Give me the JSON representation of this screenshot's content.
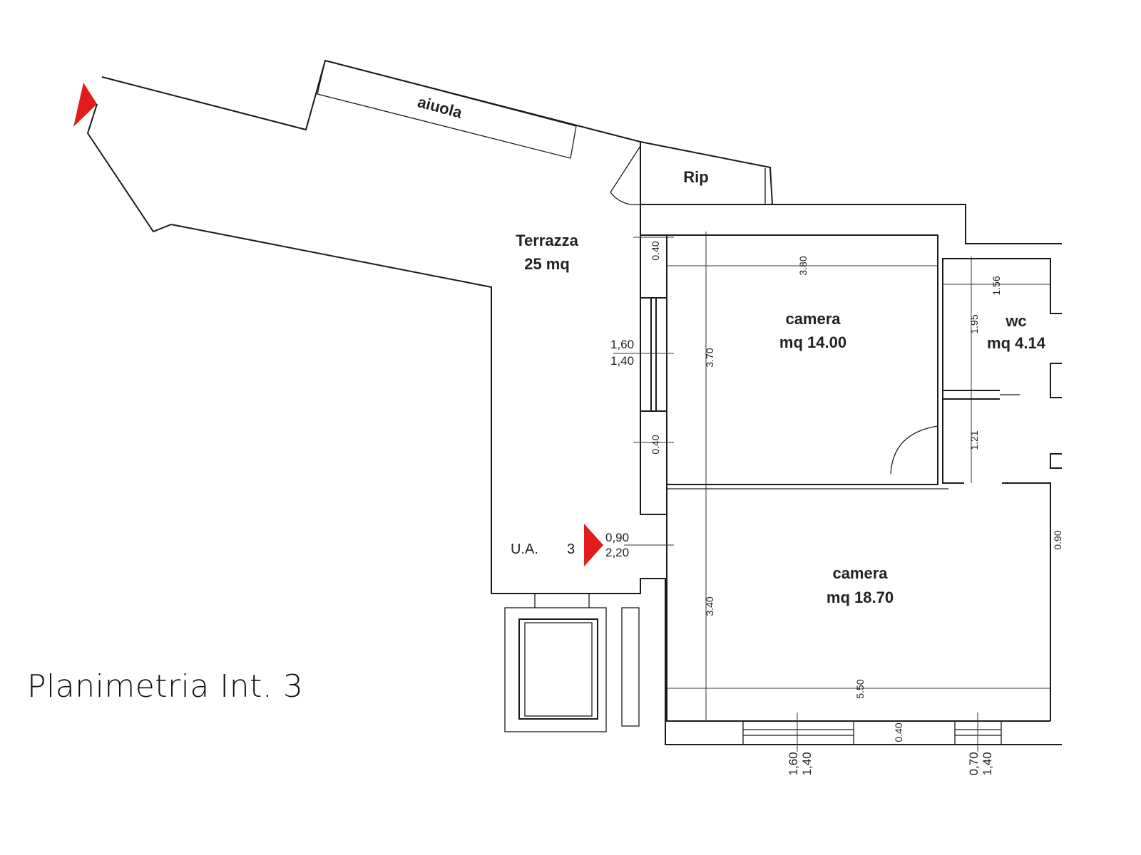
{
  "title": "Planimetria Int. 3",
  "colors": {
    "marker": "#e21b1b",
    "wall": "#1a1a1a"
  },
  "rooms": {
    "aiuola": "aiuola",
    "rip": "Rip",
    "terrazza_name": "Terrazza",
    "terrazza_area": "25 mq",
    "camera1_name": "camera",
    "camera1_area": "mq 14.00",
    "wc_name": "wc",
    "wc_area": "mq 4.14",
    "camera2_name": "camera",
    "camera2_area": "mq 18.70"
  },
  "entrance": {
    "label": "U.A.",
    "number": "3",
    "width": "0,90",
    "height": "2,20"
  },
  "dimensions": {
    "pier_top": "0.40",
    "pier_bottom": "0.40",
    "window_left_w": "1,60",
    "window_left_h": "1,40",
    "camera1_width": "3.80",
    "camera1_height": "3.70",
    "wc_width": "1.56",
    "wc_height": "1.95",
    "passage": "1.21",
    "camera2_height": "3.40",
    "camera2_width": "5.50",
    "pier_south": "0.40",
    "window_s1_w": "1,60",
    "window_s1_h": "1,40",
    "window_s2_w": "0,70",
    "window_s2_h": "1,40",
    "edge_cut": "0.90"
  },
  "icons": [
    "entrance-marker-icon",
    "direction-marker-icon"
  ]
}
